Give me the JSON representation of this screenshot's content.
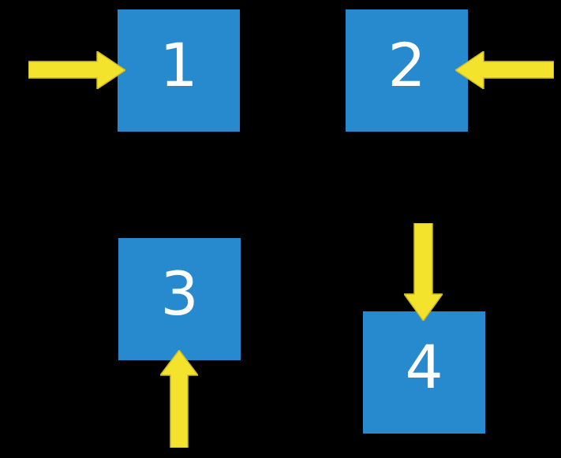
{
  "diagram": {
    "background": "#000000",
    "colors": {
      "box_fill": "#2789CE",
      "arrow_fill": "#F3E32D",
      "arrow_outline": "#CBB929",
      "label_text": "#FFFFFF"
    },
    "boxes": [
      {
        "label": "1",
        "arrow": {
          "icon": "arrow-right-icon",
          "direction": "right",
          "points_at": "left side of box 1"
        }
      },
      {
        "label": "2",
        "arrow": {
          "icon": "arrow-left-icon",
          "direction": "left",
          "points_at": "right side of box 2"
        }
      },
      {
        "label": "3",
        "arrow": {
          "icon": "arrow-up-icon",
          "direction": "up",
          "points_at": "bottom side of box 3"
        }
      },
      {
        "label": "4",
        "arrow": {
          "icon": "arrow-down-icon",
          "direction": "down",
          "points_at": "top side of box 4"
        }
      }
    ]
  }
}
